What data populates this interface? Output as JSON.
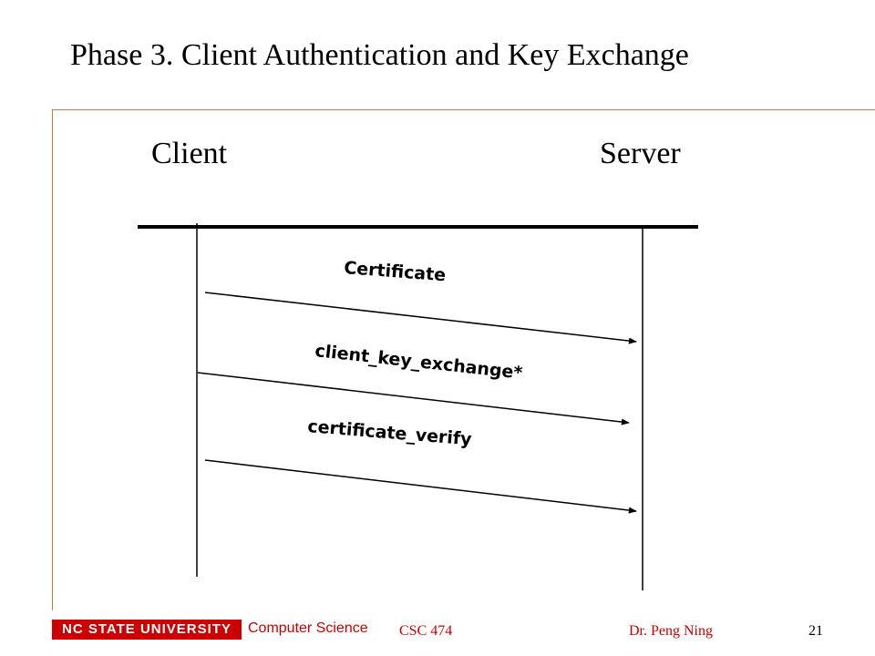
{
  "slide": {
    "title": "Phase 3. Client Authentication and Key Exchange"
  },
  "diagram": {
    "client_label": "Client",
    "server_label": "Server",
    "messages": [
      {
        "label": "Certificate",
        "direction": "client-to-server"
      },
      {
        "label": "client_key_exchange*",
        "direction": "client-to-server"
      },
      {
        "label": "certificate_verify",
        "direction": "client-to-server"
      }
    ]
  },
  "footer": {
    "logo_text": "NC STATE UNIVERSITY",
    "department": "Computer Science",
    "course": "CSC 474",
    "author": "Dr. Peng Ning",
    "page_number": "21"
  },
  "colors": {
    "frame": "#c8794a",
    "footer_red": "#cc0000",
    "logo_background": "#cc0000",
    "logo_text": "#ffffff",
    "diagram_ink": "#000000"
  }
}
